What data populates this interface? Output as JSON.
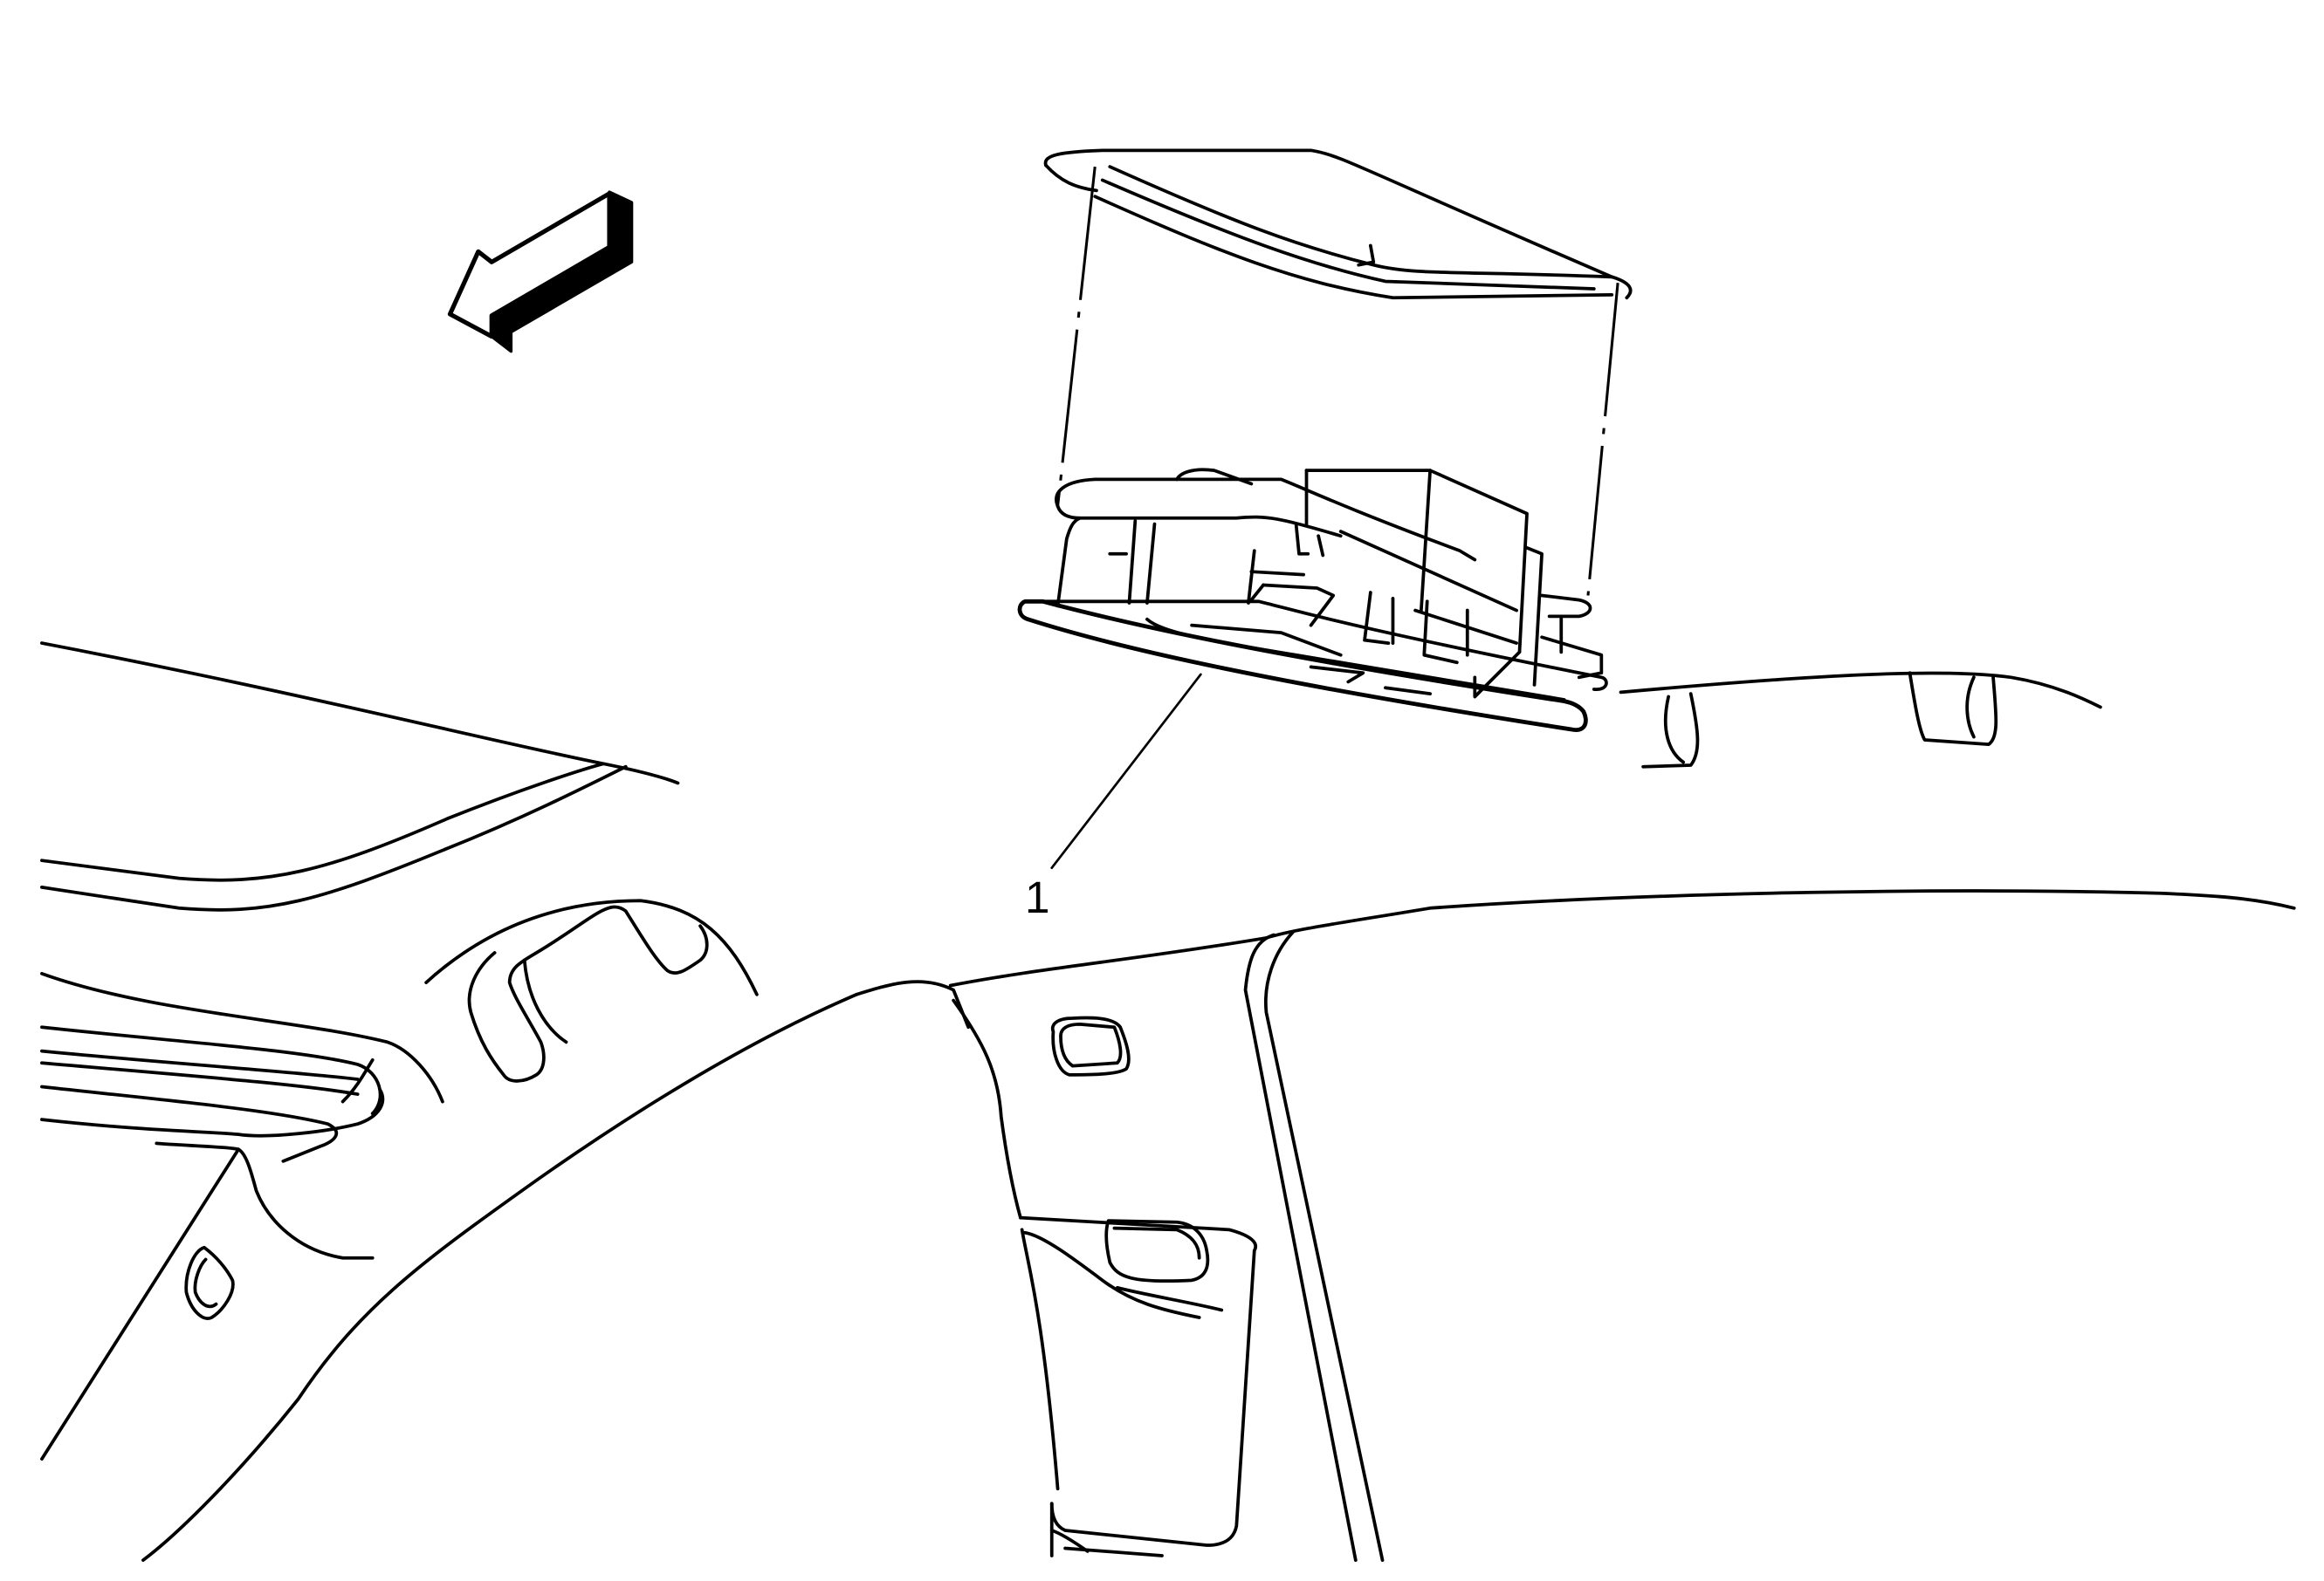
{
  "figure": {
    "type": "exploded-view line illustration",
    "subject": "overhead dome lamp / roof console removal from headliner",
    "colors": {
      "line": "#000000",
      "background": "#ffffff"
    }
  },
  "callouts": [
    {
      "id": "1",
      "label": "1"
    }
  ],
  "indicators": {
    "direction_arrow": "front-of-vehicle-arrow"
  }
}
